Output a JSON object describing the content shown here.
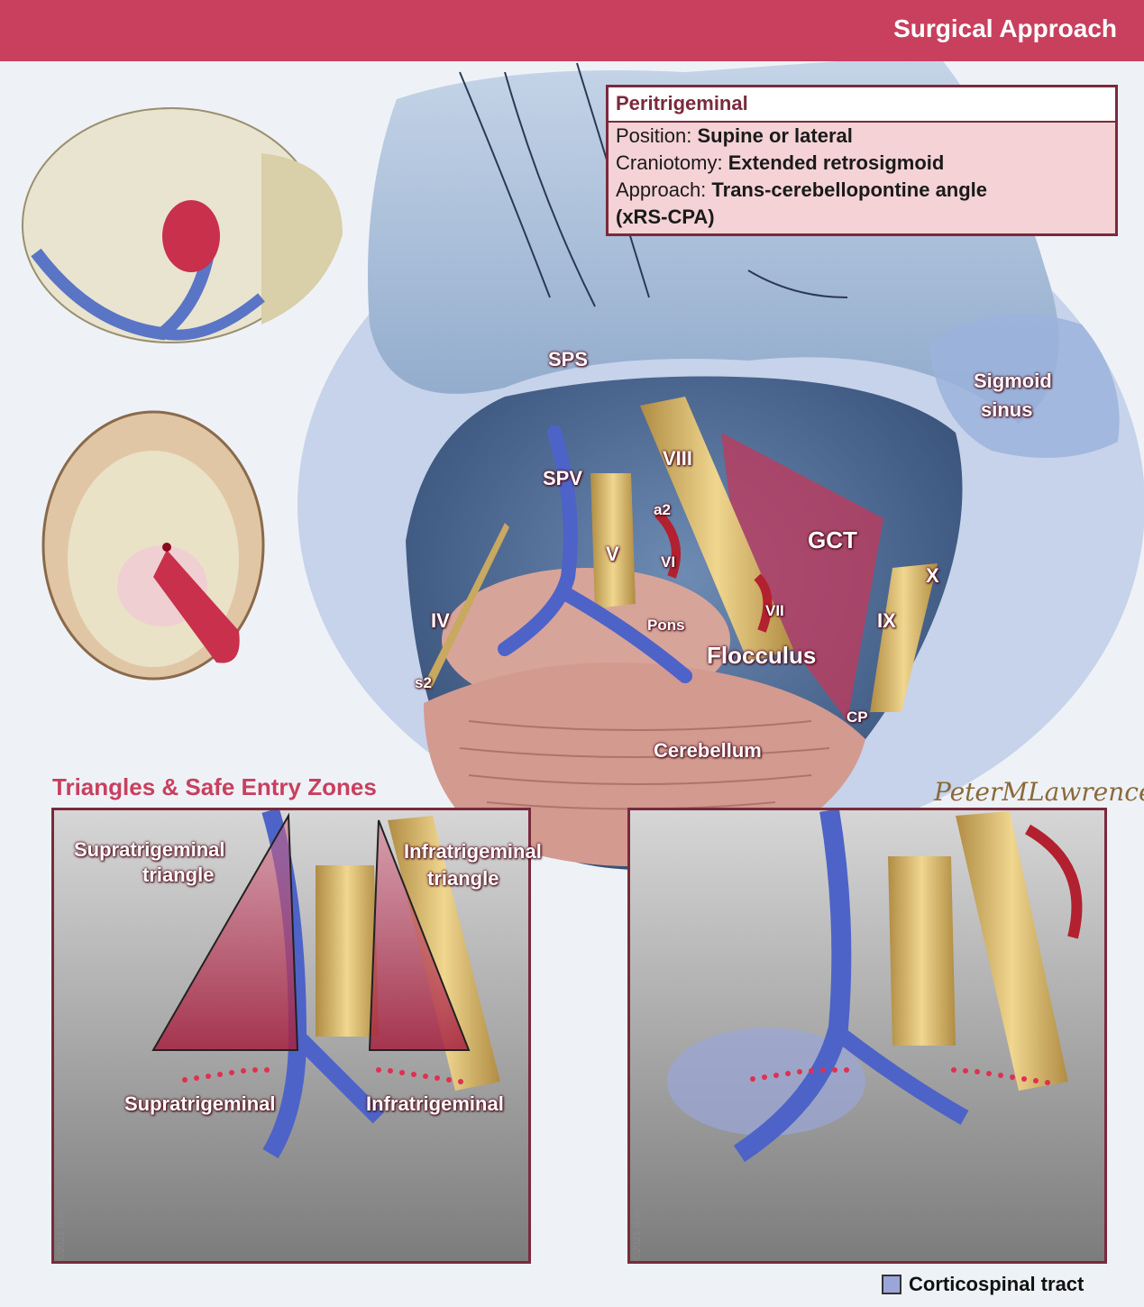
{
  "header": {
    "title": "Surgical Approach"
  },
  "info_box": {
    "title": "Peritrigeminal",
    "lines": [
      {
        "label": "Position: ",
        "value": "Supine or lateral"
      },
      {
        "label": "Craniotomy: ",
        "value": "Extended retrosigmoid"
      },
      {
        "label": "Approach: ",
        "value": "Trans-cerebellopontine angle"
      },
      {
        "label": "",
        "value": "(xRS-CPA)"
      }
    ]
  },
  "main_labels": {
    "sps": "SPS",
    "sigmoid_sinus_1": "Sigmoid",
    "sigmoid_sinus_2": "sinus",
    "spv": "SPV",
    "viii": "VIII",
    "a2": "a2",
    "v": "V",
    "vi": "VI",
    "gct": "GCT",
    "x": "X",
    "iv": "IV",
    "pons": "Pons",
    "vii": "VII",
    "ix": "IX",
    "flocculus": "Flocculus",
    "s2": "s2",
    "cp": "CP",
    "cerebellum": "Cerebellum"
  },
  "section_title": "Triangles & Safe Entry Zones",
  "left_panel": {
    "supra_triangle_1": "Supratrigeminal",
    "supra_triangle_2": "triangle",
    "infra_triangle_1": "Infratrigeminal",
    "infra_triangle_2": "triangle",
    "supra_zone": "Supratrigeminal",
    "infra_zone": "Infratrigeminal"
  },
  "signature": "PeterMLawrence",
  "copyright": "©2021 Barrow",
  "legend": {
    "label": "Corticospinal tract"
  },
  "colors": {
    "brand": "#c8405e",
    "dark_maroon": "#7a2a3c",
    "info_bg": "#f4d2d6",
    "dura": "#a9c0dc",
    "nerve": "#e0c27a",
    "vein": "#4d63c7",
    "cerebellum": "#d9a198",
    "tumor": "#c3385a",
    "tract": "#9aa6d8"
  }
}
